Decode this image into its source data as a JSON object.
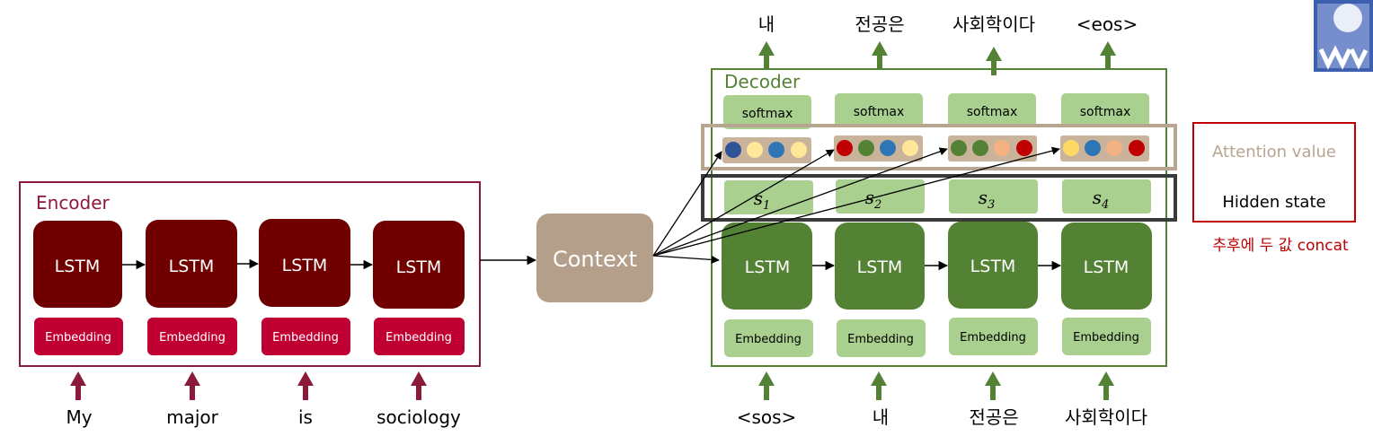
{
  "colors": {
    "encoder_dark": "#700000",
    "encoder_embedding": "#C00033",
    "encoder_border": "#8B1A3A",
    "context_fill": "#B4A08A",
    "decoder_dark": "#548235",
    "decoder_light": "#A9D08E",
    "decoder_border": "#548235",
    "attention_border": "#B7A68F",
    "hidden_border": "#3A3A3A",
    "legend_border": "#C00000",
    "note_color": "#C00000",
    "arrow_red": "#8B1A3A",
    "arrow_green": "#548235"
  },
  "encoder": {
    "title": "Encoder",
    "lstm_labels": [
      "LSTM",
      "LSTM",
      "LSTM",
      "LSTM"
    ],
    "embedding_labels": [
      "Embedding",
      "Embedding",
      "Embedding",
      "Embedding"
    ],
    "inputs": [
      "My",
      "major",
      "is",
      "sociology"
    ]
  },
  "context": {
    "label": "Context"
  },
  "decoder": {
    "title": "Decoder",
    "softmax_labels": [
      "softmax",
      "softmax",
      "softmax",
      "softmax"
    ],
    "hidden_states": [
      {
        "base": "s",
        "sub": "1"
      },
      {
        "base": "s",
        "sub": "2"
      },
      {
        "base": "s",
        "sub": "3"
      },
      {
        "base": "s",
        "sub": "4"
      }
    ],
    "lstm_labels": [
      "LSTM",
      "LSTM",
      "LSTM",
      "LSTM"
    ],
    "embedding_labels": [
      "Embedding",
      "Embedding",
      "Embedding",
      "Embedding"
    ],
    "inputs": [
      "<sos>",
      "내",
      "전공은",
      "사회학이다"
    ],
    "outputs": [
      "내",
      "전공은",
      "사회학이다",
      "<eos>"
    ],
    "attention_dots": [
      [
        "#2F5597",
        "#FFE699",
        "#2E75B6",
        "#FFE699"
      ],
      [
        "#C00000",
        "#548235",
        "#2E75B6",
        "#FFE699"
      ],
      [
        "#548235",
        "#548235",
        "#F4B183",
        "#C00000"
      ],
      [
        "#FFD966",
        "#2E75B6",
        "#F4B183",
        "#C00000"
      ]
    ]
  },
  "legend": {
    "attention": "Attention value",
    "hidden": "Hidden state",
    "note": "추후에 두 값 concat"
  }
}
